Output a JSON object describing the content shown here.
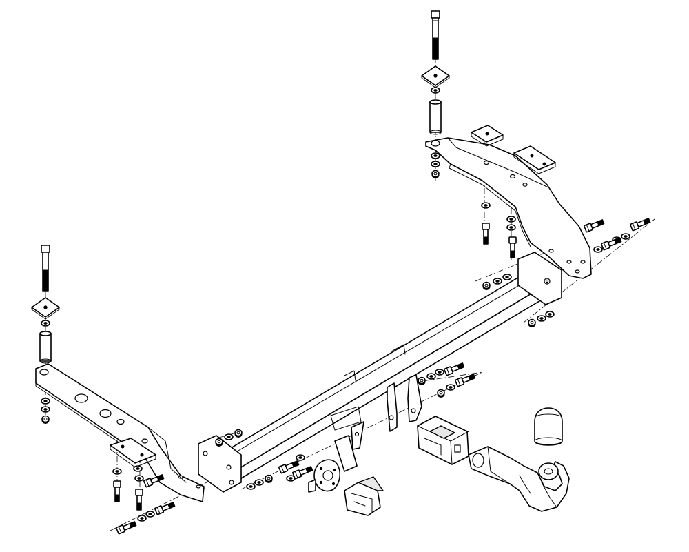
{
  "diagram": {
    "kind": "exploded-assembly-drawing",
    "subject": "tow-hitch",
    "colors": {
      "line": "#000000",
      "background": "#ffffff",
      "fill_light": "#e8e8e8"
    },
    "parts": [
      "main-crossbar",
      "left-side-bracket",
      "right-side-bracket",
      "left-long-bolt",
      "right-long-bolt",
      "spacer-sleeve",
      "square-plate",
      "washer",
      "nut",
      "hex-bolt",
      "tow-ball-arm",
      "tow-ball-cap",
      "socket-plate",
      "electrical-socket",
      "ball-mount-receiver"
    ]
  }
}
